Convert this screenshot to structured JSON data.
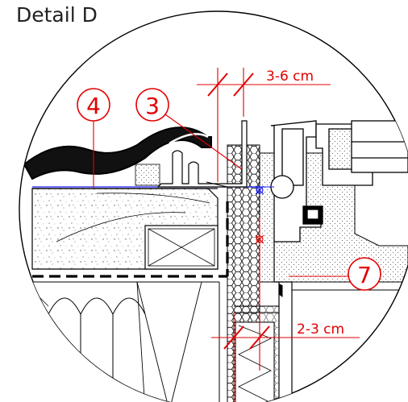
{
  "title": "Detail D",
  "callouts": {
    "c4": "4",
    "c3": "3",
    "c7": "7"
  },
  "dimensions": {
    "top": "3-6 cm",
    "bottom": "2-3 cm"
  },
  "colors": {
    "annotation": "#e10000",
    "linework": "#000000",
    "membrane": "#1a1aff"
  }
}
